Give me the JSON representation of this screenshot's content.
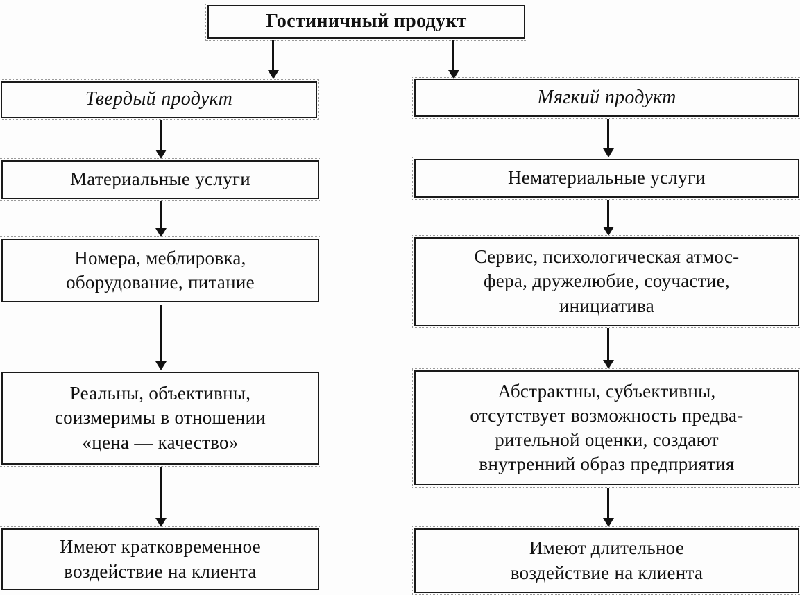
{
  "diagram": {
    "title": "Гостиничный продукт",
    "columns": [
      {
        "header": "Твердый продукт",
        "boxes": [
          "Материальные услуги",
          "Номера, меблировка,\nоборудование, питание",
          "Реальны, объективны,\nсоизмеримы в отношении\n«цена — качество»",
          "Имеют кратковременное\nвоздействие на клиента"
        ]
      },
      {
        "header": "Мягкий продукт",
        "boxes": [
          "Нематериальные услуги",
          "Сервис, психологическая атмос-\nфера, дружелюбие, соучастие,\nинициатива",
          "Абстрактны, субъективны,\nотсутствует возможность предва-\nрительной оценки, создают\nвнутренний образ предприятия",
          "Имеют длительное\nвоздействие на клиента"
        ]
      }
    ],
    "colors": {
      "border": "#1a1a1a",
      "text": "#111111",
      "background": "#fdfdfd"
    }
  }
}
